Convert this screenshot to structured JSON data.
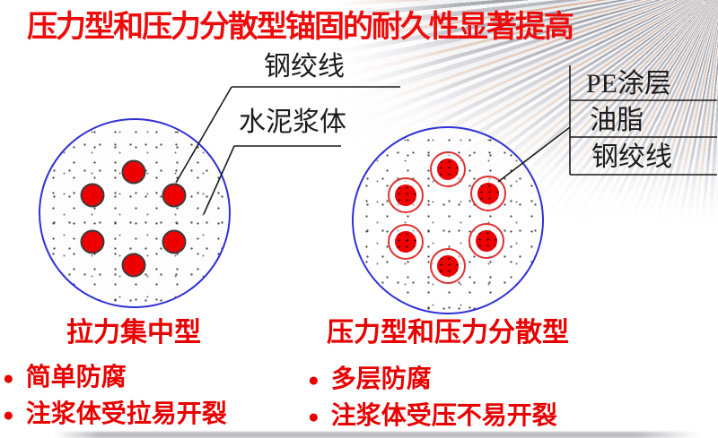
{
  "slide": {
    "title": "压力型和压力分散型锚固的耐久性显著提高"
  },
  "left_diagram": {
    "caption": "拉力集中型",
    "labels": {
      "strand": "钢绞线",
      "grout": "水泥浆体"
    }
  },
  "right_diagram": {
    "caption": "压力型和压力分散型",
    "labels": {
      "pe_coating": "PE涂层",
      "grease": "油脂",
      "strand": "钢绞线"
    }
  },
  "bullets": {
    "left": [
      "简单防腐",
      "注浆体受拉易开裂"
    ],
    "right": [
      "多层防腐",
      "注浆体受压不易开裂"
    ]
  },
  "bullet_marker": "●",
  "colors": {
    "title_red": "#ee0b0b",
    "text_red": "#e80000",
    "strand_dot_red": "#ee0000",
    "ring_red": "#e03030",
    "circle_blue": "#3030d8",
    "line_black": "#1a1a1a"
  }
}
